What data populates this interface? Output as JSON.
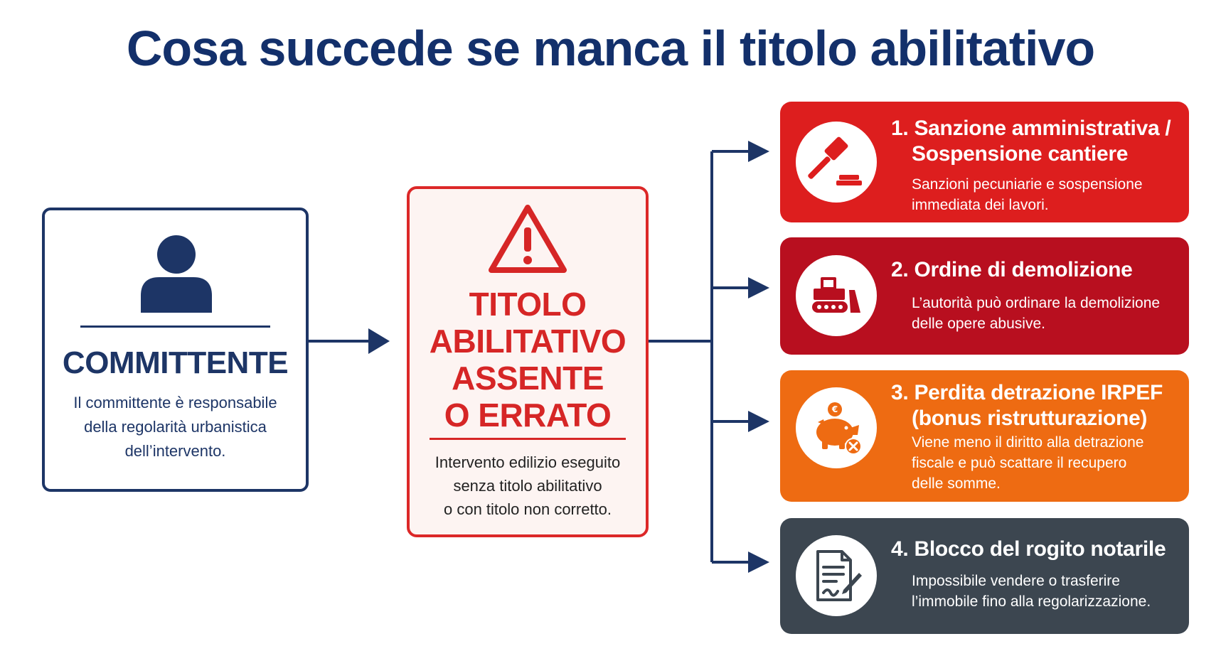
{
  "title": "Cosa succede se manca il titolo abilitativo",
  "colors": {
    "navy": "#1d3566",
    "red": "#dd1e1e",
    "dark_red": "#b80f1f",
    "orange": "#ee6b12",
    "slate": "#3c4650"
  },
  "committente": {
    "icon": "person-icon",
    "heading": "COMMITTENTE",
    "description_lines": [
      "Il committente è responsabile",
      "della regolarità urbanistica",
      "dell’intervento."
    ]
  },
  "titolo": {
    "icon": "warning-icon",
    "heading_lines": [
      "TITOLO",
      "ABILITATIVO",
      "ASSENTE",
      "O ERRATO"
    ],
    "description_lines": [
      "Intervento edilizio eseguito",
      "senza titolo abilitativo",
      "o con titolo non corretto."
    ]
  },
  "consequences": [
    {
      "icon": "gavel-icon",
      "title_lines": [
        "1. Sanzione amministrativa /",
        "Sospensione cantiere"
      ],
      "description_lines": [
        "Sanzioni pecuniarie e sospensione",
        "immediata dei lavori."
      ]
    },
    {
      "icon": "bulldozer-icon",
      "title_lines": [
        "2. Ordine di demolizione"
      ],
      "description_lines": [
        "L’autorità può ordinare la demolizione",
        "delle opere abusive."
      ]
    },
    {
      "icon": "piggy-bank-icon",
      "title_lines": [
        "3. Perdita detrazione IRPEF",
        "(bonus ristrutturazione)"
      ],
      "description_lines": [
        "Viene meno il diritto alla detrazione",
        "fiscale e può scattare il recupero",
        "delle somme."
      ]
    },
    {
      "icon": "document-signature-icon",
      "title_lines": [
        "4. Blocco del rogito notarile"
      ],
      "description_lines": [
        "Impossibile vendere o trasferire",
        "l’immobile fino alla regolarizzazione."
      ]
    }
  ]
}
